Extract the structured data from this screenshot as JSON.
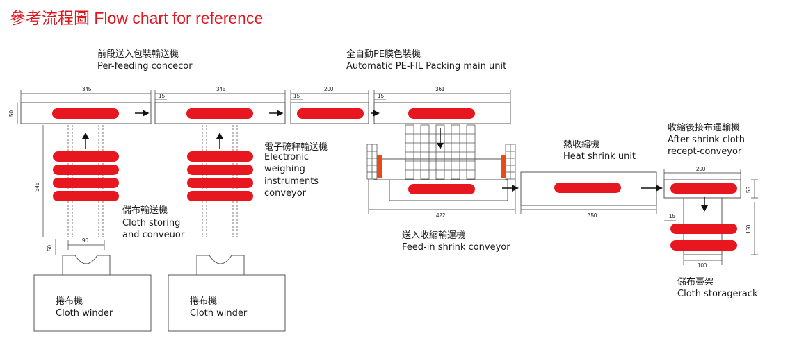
{
  "title": "參考流程圖  Flow chart for reference",
  "colors": {
    "title": "#e0161f",
    "belt": "#e8161e",
    "line": "#555555"
  },
  "labels": {
    "prefeed_cn": "前段送入包裝輸送機",
    "prefeed_en": "Per-feeding concecor",
    "packing_cn": "全自動PE膜色裝機",
    "packing_en": "Automatic PE-FIL Packing main unit",
    "weigh_cn": "電子磅秤輸送機",
    "weigh_en1": "Electronic",
    "weigh_en2": "weighing",
    "weigh_en3": "instruments",
    "weigh_en4": "conveyor",
    "store_cn": "儲布輸送機",
    "store_en1": "Cloth storing",
    "store_en2": "and conveuor",
    "winder_cn": "捲布機",
    "winder_en": "Cloth winder",
    "shrinkfeed_cn": "送入收縮輸運機",
    "shrinkfeed_en": "Feed-in shrink conveyor",
    "heat_cn": "熱收縮機",
    "heat_en": "Heat shrink unit",
    "after_cn": "收縮後接布運輸機",
    "after_en1": "After-shrink cloth",
    "after_en2": "recept-conveyor",
    "rack_cn": "儲布臺架",
    "rack_en": "Cloth storagerack"
  },
  "dimensions": {
    "d345a": "345",
    "d15a": "15",
    "d345b": "345",
    "d15b": "15",
    "d200a": "200",
    "d15c": "15",
    "d361": "361",
    "d50a": "50",
    "d345v": "345",
    "d50b": "50",
    "d90": "90",
    "d422": "422",
    "d350": "350",
    "d200b": "200",
    "d55": "55",
    "d15d": "15",
    "d150": "150",
    "d100": "100"
  }
}
